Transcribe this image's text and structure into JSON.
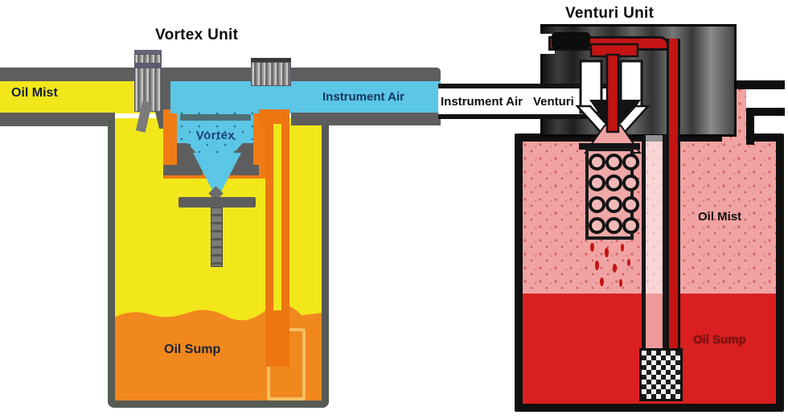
{
  "vortex_unit": {
    "title": "Vortex Unit",
    "oil_mist_label": "Oil Mist",
    "instrument_air_label": "Instrument Air",
    "vortex_label": "Vortex",
    "oil_sump_label": "Oil Sump"
  },
  "venturi_unit": {
    "title": "Venturi Unit",
    "instrument_air_label": "Instrument Air",
    "venturi_label": "Venturi",
    "oil_mist_label": "Oil Mist",
    "oil_sump_label": "Oil Sump"
  },
  "colors": {
    "pipe_yellow": "#F2E71A",
    "sump_orange": "#F0881E",
    "casing_orange": "#F07B15",
    "instrument_air_cyan": "#5BC6E6",
    "pipe_gray": "#5E5E5E",
    "mist_pink": "#F1A3A3",
    "sump_red": "#D91F1F",
    "flow_red": "#C41414",
    "outline_black": "#131313",
    "label_navy": "#1D3B66"
  }
}
